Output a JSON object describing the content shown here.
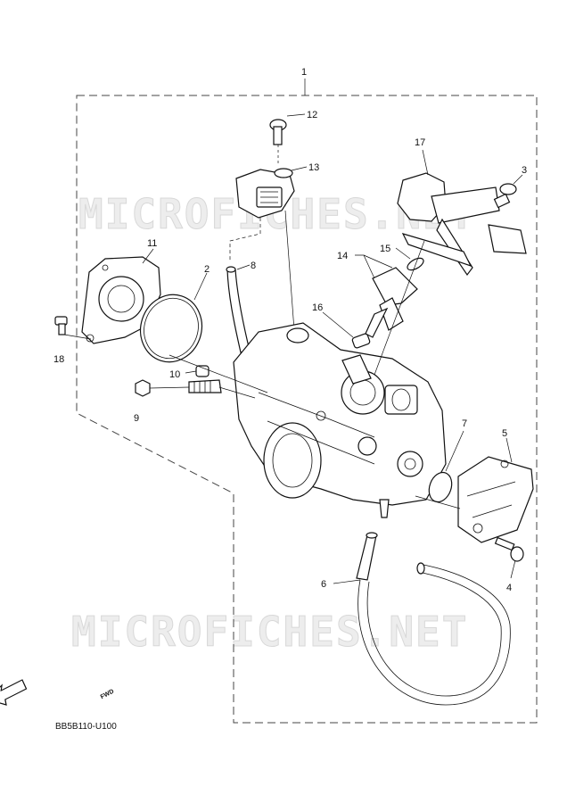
{
  "watermark": {
    "text": "MICROFICHES.NET"
  },
  "callouts": {
    "c1": "1",
    "c2": "2",
    "c3": "3",
    "c4": "4",
    "c5": "5",
    "c6": "6",
    "c7": "7",
    "c8": "8",
    "c9": "9",
    "c10": "10",
    "c11": "11",
    "c12": "12",
    "c13": "13",
    "c14": "14",
    "c15": "15",
    "c16": "16",
    "c17": "17",
    "c18": "18"
  },
  "fwd_label": "FWD",
  "diagram_code": "BB5B110-U100"
}
